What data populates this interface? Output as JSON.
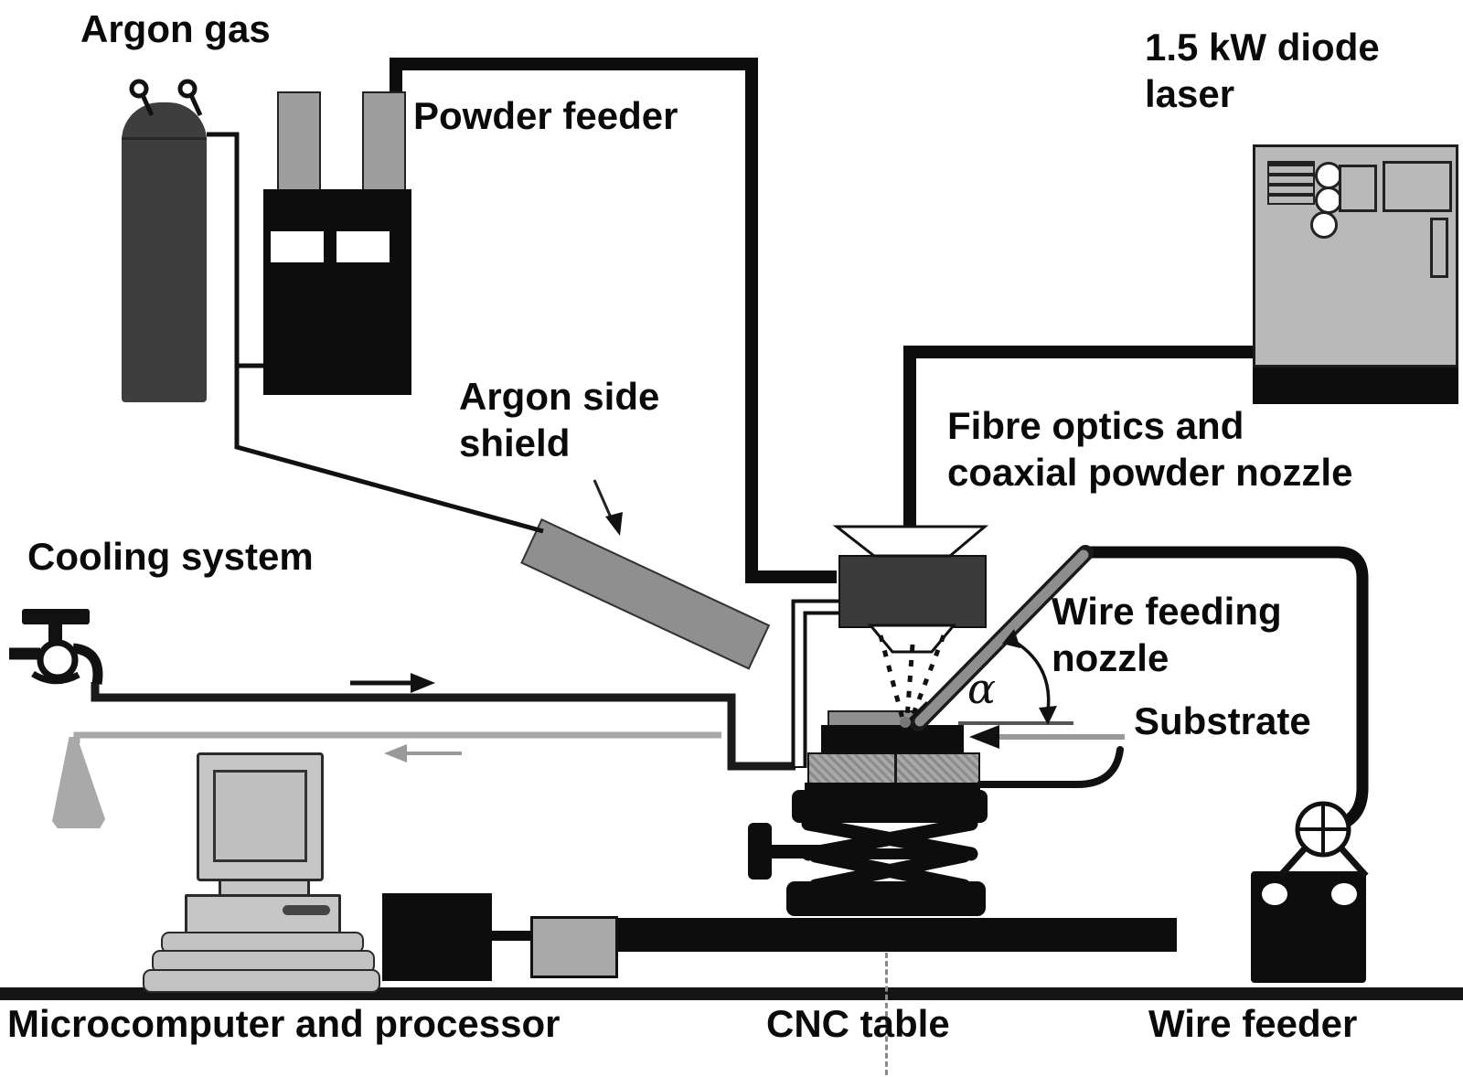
{
  "figure": {
    "background": "#ffffff",
    "labels": {
      "argon_gas": "Argon gas",
      "powder_feeder": "Powder feeder",
      "diode_laser_line1": "1.5 kW diode",
      "diode_laser_line2": "laser",
      "argon_side_shield_line1": "Argon side",
      "argon_side_shield_line2": "shield",
      "cooling_system": "Cooling system",
      "fibre_optics_line1": "Fibre optics and",
      "fibre_optics_line2": "coaxial powder nozzle",
      "wire_feeding_line1": "Wire feeding",
      "wire_feeding_line2": "nozzle",
      "substrate": "Substrate",
      "alpha_symbol": "α",
      "microcomputer": "Microcomputer and processor",
      "cnc_table": "CNC table",
      "wire_feeder": "Wire feeder"
    },
    "colors": {
      "solid_black": "#0d0d0d",
      "cylinder_gray": "#3e3e3e",
      "shield_gray": "#8f8f8f",
      "laser_cabinet_gray": "#b9b9b9",
      "return_pipe_gray": "#a8a8a8",
      "computer_gray": "#c6c6c6",
      "background": "#ffffff"
    },
    "icons": {
      "faucet": "faucet-icon",
      "cylinder_valves": "valve-icon",
      "wire_wheel": "spoked-wheel-icon",
      "flow_right": "arrow-right-icon",
      "flow_left": "arrow-left-icon",
      "substrate_pointer": "arrow-left-icon",
      "shield_pointer": "arrow-down-right-icon"
    }
  }
}
